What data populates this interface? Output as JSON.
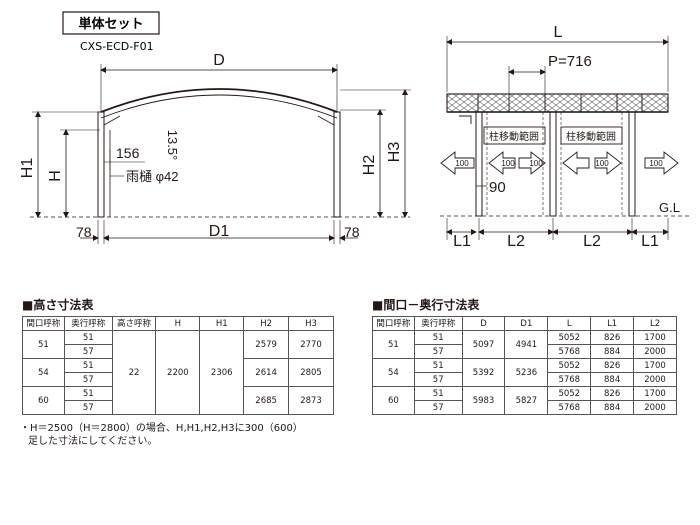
{
  "header": {
    "badge": "単体セット",
    "model": "CXS-ECD-F01"
  },
  "side_view": {
    "D": "D",
    "D1": "D1",
    "H": "H",
    "H1": "H1",
    "H2": "H2",
    "H3": "H3",
    "dim_156": "156",
    "slope": "13.5°",
    "gutter": "雨樋 φ42",
    "dim_78_left": "78",
    "dim_78_right": "78"
  },
  "front_view": {
    "L": "L",
    "P": "P=716",
    "post_range_1": "柱移動範囲",
    "post_range_2": "柱移動範囲",
    "arrows": [
      "100",
      "100",
      "100",
      "100",
      "100"
    ],
    "dim_90": "90",
    "gl": "G.L",
    "L1_left": "L1",
    "L2_left": "L2",
    "L2_right": "L2",
    "L1_right": "L1"
  },
  "height_table": {
    "title": "■高さ寸法表",
    "headers": [
      "間口呼称",
      "奥行呼称",
      "高さ呼称",
      "H",
      "H1",
      "H2",
      "H3"
    ],
    "height_code": "22",
    "H": "2200",
    "H1": "2306",
    "groups": [
      {
        "width": "51",
        "depths": [
          "51",
          "57"
        ],
        "H2": "2579",
        "H3": "2770"
      },
      {
        "width": "54",
        "depths": [
          "51",
          "57"
        ],
        "H2": "2614",
        "H3": "2805"
      },
      {
        "width": "60",
        "depths": [
          "51",
          "57"
        ],
        "H2": "2685",
        "H3": "2873"
      }
    ]
  },
  "span_table": {
    "title": "■間口－奥行寸法表",
    "headers": [
      "間口呼称",
      "奥行呼称",
      "D",
      "D1",
      "L",
      "L1",
      "L2"
    ],
    "groups": [
      {
        "width": "51",
        "depths": [
          "51",
          "57"
        ],
        "D": "5097",
        "D1": "4941",
        "rows": [
          {
            "L": "5052",
            "L1": "826",
            "L2": "1700"
          },
          {
            "L": "5768",
            "L1": "884",
            "L2": "2000"
          }
        ]
      },
      {
        "width": "54",
        "depths": [
          "51",
          "57"
        ],
        "D": "5392",
        "D1": "5236",
        "rows": [
          {
            "L": "5052",
            "L1": "826",
            "L2": "1700"
          },
          {
            "L": "5768",
            "L1": "884",
            "L2": "2000"
          }
        ]
      },
      {
        "width": "60",
        "depths": [
          "51",
          "57"
        ],
        "D": "5983",
        "D1": "5827",
        "rows": [
          {
            "L": "5052",
            "L1": "826",
            "L2": "1700"
          },
          {
            "L": "5768",
            "L1": "884",
            "L2": "2000"
          }
        ]
      }
    ]
  },
  "note": {
    "line1": "・H＝2500（H＝2800）の場合、H,H1,H2,H3に300（600）",
    "line2": "足した寸法にしてください。"
  }
}
